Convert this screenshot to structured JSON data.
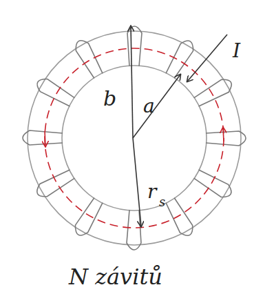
{
  "diagram": {
    "caption": "N závitů",
    "labels": [
      "b",
      "a",
      "I",
      "r",
      "s"
    ]
  }
}
